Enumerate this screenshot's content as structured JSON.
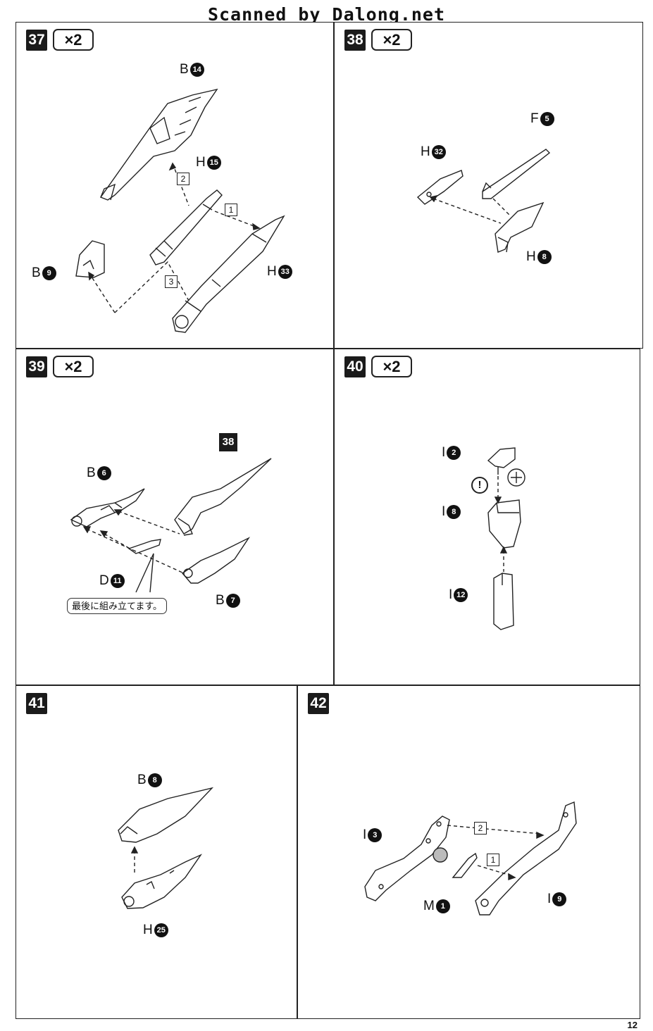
{
  "watermark": "Scanned by Dalong.net",
  "page_number": "12",
  "steps": {
    "s37": {
      "num": "37",
      "mult": "×2",
      "labels": {
        "b14": {
          "letter": "B",
          "n": "14"
        },
        "h15": {
          "letter": "H",
          "n": "15"
        },
        "h33": {
          "letter": "H",
          "n": "33"
        },
        "b9": {
          "letter": "B",
          "n": "9"
        }
      },
      "order": [
        "1",
        "2",
        "3"
      ]
    },
    "s38": {
      "num": "38",
      "mult": "×2",
      "labels": {
        "f5": {
          "letter": "F",
          "n": "5"
        },
        "h32": {
          "letter": "H",
          "n": "32"
        },
        "h8": {
          "letter": "H",
          "n": "8"
        }
      }
    },
    "s39": {
      "num": "39",
      "mult": "×2",
      "labels": {
        "b6": {
          "letter": "B",
          "n": "6"
        },
        "d11": {
          "letter": "D",
          "n": "11"
        },
        "b7": {
          "letter": "B",
          "n": "7"
        }
      },
      "ref": "38",
      "note": "最後に組み立てます。"
    },
    "s40": {
      "num": "40",
      "mult": "×2",
      "labels": {
        "i2": {
          "letter": "I",
          "n": "2"
        },
        "i8": {
          "letter": "I",
          "n": "8"
        },
        "i12": {
          "letter": "I",
          "n": "12"
        }
      },
      "warn": "!"
    },
    "s41": {
      "num": "41",
      "labels": {
        "b8": {
          "letter": "B",
          "n": "8"
        },
        "h25": {
          "letter": "H",
          "n": "25"
        }
      }
    },
    "s42": {
      "num": "42",
      "labels": {
        "i3": {
          "letter": "I",
          "n": "3"
        },
        "m1": {
          "letter": "M",
          "n": "1"
        },
        "i9": {
          "letter": "I",
          "n": "9"
        }
      },
      "order": [
        "1",
        "2"
      ]
    }
  }
}
